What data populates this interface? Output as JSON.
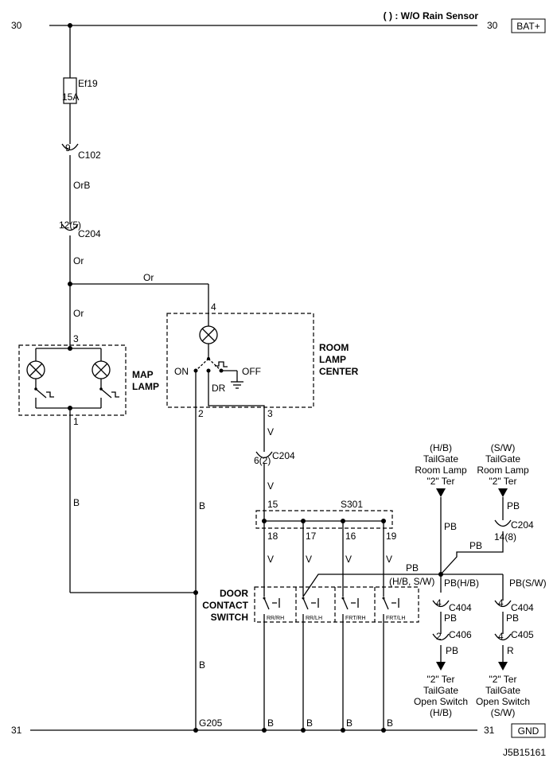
{
  "legend": {
    "note": "( ) : W/O Rain Sensor"
  },
  "rails": {
    "top_num_left": "30",
    "top_num_right": "30",
    "top_tag": "BAT+",
    "bottom_num_left": "31",
    "bottom_num_right": "31",
    "bottom_tag": "GND"
  },
  "fuse": {
    "name": "Ef19",
    "rating": "15A"
  },
  "connectors": {
    "c102_pin": "9",
    "c102": "C102",
    "c204_top_pin": "12(5)",
    "c204_top": "C204",
    "c204_mid_pin": "6(2)",
    "c204_mid": "C204",
    "c204_right_pin": "14(8)",
    "c204_right": "C204",
    "c404_hb_pin": "4",
    "c404_hb": "C404",
    "c406_pin": "2",
    "c406": "C406",
    "c404_sw_pin": "4",
    "c404_sw": "C404",
    "c405_pin": "4",
    "c405": "C405"
  },
  "wires": {
    "orb": "OrB",
    "or1": "Or",
    "or2": "Or",
    "or3": "Or",
    "v1": "V",
    "v2": "V",
    "v18": "V",
    "v17": "V",
    "v16": "V",
    "v19": "V",
    "b_map": "B",
    "b_gnd": "B",
    "b_bot": "B",
    "bb1": "B",
    "bb2": "B",
    "bb3": "B",
    "bb4": "B",
    "dr": "DR",
    "pb_hb_top": "PB",
    "pb_sw_top": "PB",
    "pb_branch": "PB",
    "pb_main": "PB",
    "pb_note": "(H/B, S/W)",
    "pb_hb": "PB(H/B)",
    "pb_sw": "PB(S/W)",
    "pb_hb_mid": "PB",
    "pb_sw_mid": "PB",
    "pb_hb_bot": "PB",
    "r_sw_bot": "R"
  },
  "map_lamp": {
    "label1": "MAP",
    "label2": "LAMP",
    "pin_top": "3",
    "pin_bot": "1"
  },
  "room_lamp": {
    "label1": "ROOM",
    "label2": "LAMP",
    "label3": "CENTER",
    "pin_top": "4",
    "pin_2": "2",
    "pin_3": "3",
    "on": "ON",
    "off": "OFF"
  },
  "splice": {
    "name": "S301",
    "pin15": "15",
    "pin18": "18",
    "pin17": "17",
    "pin16": "16",
    "pin19": "19"
  },
  "door_switch": {
    "label1": "DOOR",
    "label2": "CONTACT",
    "label3": "SWITCH",
    "sw_rr_rh": "RR/RH",
    "sw_rr_lh": "RR/LH",
    "sw_frt_rh": "FRT/RH",
    "sw_frt_lh": "FRT/LH"
  },
  "tailgate_room_hb": {
    "l1": "(H/B)",
    "l2": "TailGate",
    "l3": "Room Lamp",
    "l4": "\"2\" Ter"
  },
  "tailgate_room_sw": {
    "l1": "(S/W)",
    "l2": "TailGate",
    "l3": "Room Lamp",
    "l4": "\"2\" Ter"
  },
  "tailgate_open_hb": {
    "l1": "\"2\" Ter",
    "l2": "TailGate",
    "l3": "Open Switch",
    "l4": "(H/B)"
  },
  "tailgate_open_sw": {
    "l1": "\"2\" Ter",
    "l2": "TailGate",
    "l3": "Open Switch",
    "l4": "(S/W)"
  },
  "ground": {
    "name": "G205"
  },
  "figure_id": "J5B15161"
}
